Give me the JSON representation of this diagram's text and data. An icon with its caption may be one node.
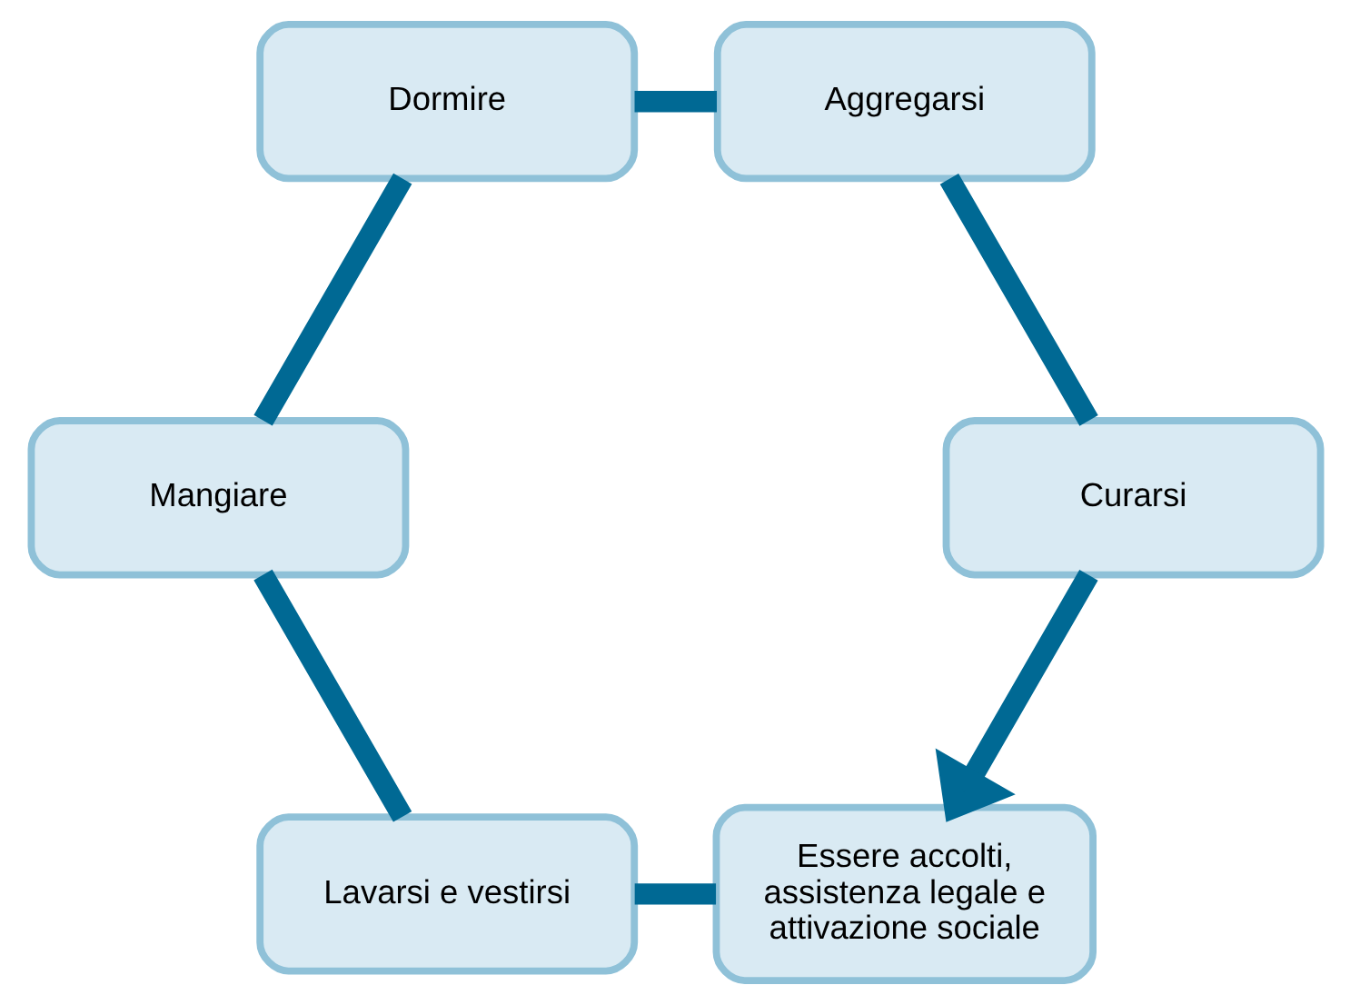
{
  "diagram": {
    "nodes": [
      {
        "text": [
          "Essere accolti, assistenza legale e attivazione sociale"
        ]
      },
      {
        "text": [
          "Lavarsi e vestirsi"
        ]
      },
      {
        "text": [
          "Mangiare"
        ]
      },
      {
        "text": [
          "Dormire"
        ]
      },
      {
        "text": [
          "Aggregarsi"
        ]
      },
      {
        "text": [
          "Curarsi"
        ]
      }
    ],
    "edges": [
      {
        "from": 0,
        "to": 1,
        "arrow": "none"
      },
      {
        "from": 1,
        "to": 2,
        "arrow": "none"
      },
      {
        "from": 2,
        "to": 3,
        "arrow": "none"
      },
      {
        "from": 3,
        "to": 4,
        "arrow": "none"
      },
      {
        "from": 4,
        "to": 5,
        "arrow": "none"
      },
      {
        "from": 5,
        "to": 0,
        "arrow": "to"
      }
    ]
  }
}
